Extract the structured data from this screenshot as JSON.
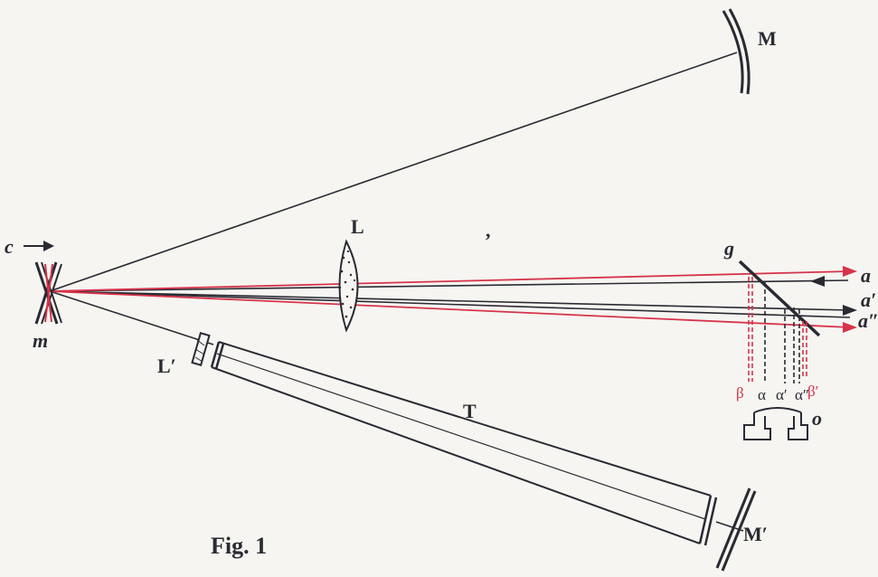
{
  "labels": {
    "c": "c",
    "m": "m",
    "L": "L",
    "L_prime": "L′",
    "T": "T",
    "M": "M",
    "M_prime": "M′",
    "g": "g",
    "o": "o",
    "a": "a",
    "a_prime": "a′",
    "a_double": "a″",
    "beta": "β",
    "beta_prime": "β′",
    "alpha": "α",
    "alpha_prime": "α′",
    "alpha_double": "α″",
    "tick": ","
  },
  "caption": "Fig. 1",
  "colors": {
    "ink": "#2a2a33",
    "red": "#d6334a",
    "paper": "#f6f5f1"
  }
}
